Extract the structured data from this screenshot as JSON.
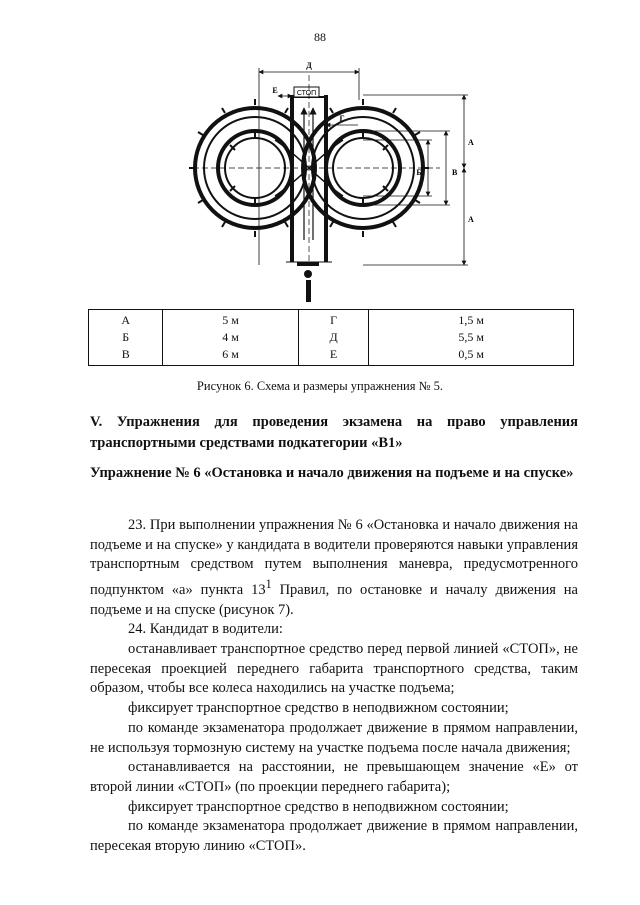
{
  "page_number": "88",
  "figure": {
    "stop_label": "СТОП",
    "dim_labels": {
      "a_top": "А",
      "a_bottom": "А",
      "b": "Б",
      "v": "В",
      "g": "Г",
      "d": "Д",
      "e": "Е"
    }
  },
  "table": {
    "rows": [
      [
        "А",
        "5 м",
        "Г",
        "1,5 м"
      ],
      [
        "Б",
        "4 м",
        "Д",
        "5,5 м"
      ],
      [
        "В",
        "6 м",
        "Е",
        "0,5 м"
      ]
    ]
  },
  "caption": "Рисунок 6. Схема и размеры упражнения № 5.",
  "section_heading": "V. Упражнения для проведения экзамена на право управления транспортными средствами подкатегории «В1»",
  "exercise_heading": "Упражнение № 6 «Остановка и начало движения на подъеме и на спуске»",
  "paragraphs": {
    "p23": "23. При выполнении упражнения № 6 «Остановка и начало движения на подъеме и на спуске» у кандидата в водители проверяются навыки управления транспортным средством путем выполнения маневра, предусмотренного подпунктом «а» пункта 13",
    "p23_sup": "1",
    "p23_end": " Правил, по остановке и началу движения на подъеме и на спуске (рисунок 7).",
    "p24": "24. Кандидат в водители:",
    "item1": "останавливает транспортное средство перед первой линией «СТОП», не пересекая проекцией переднего габарита транспортного средства, таким образом, чтобы все колеса находились на участке подъема;",
    "item2": "фиксирует транспортное средство в неподвижном состоянии;",
    "item3": "по команде экзаменатора продолжает движение в прямом направлении, не используя тормозную систему на участке подъема после начала движения;",
    "item4": "останавливается на расстоянии, не превышающем значение «Е» от второй линии «СТОП» (по проекции переднего габарита);",
    "item5": "фиксирует транспортное средство в неподвижном состоянии;",
    "item6": "по команде экзаменатора продолжает движение в прямом направлении, пересекая вторую линию «СТОП»."
  }
}
